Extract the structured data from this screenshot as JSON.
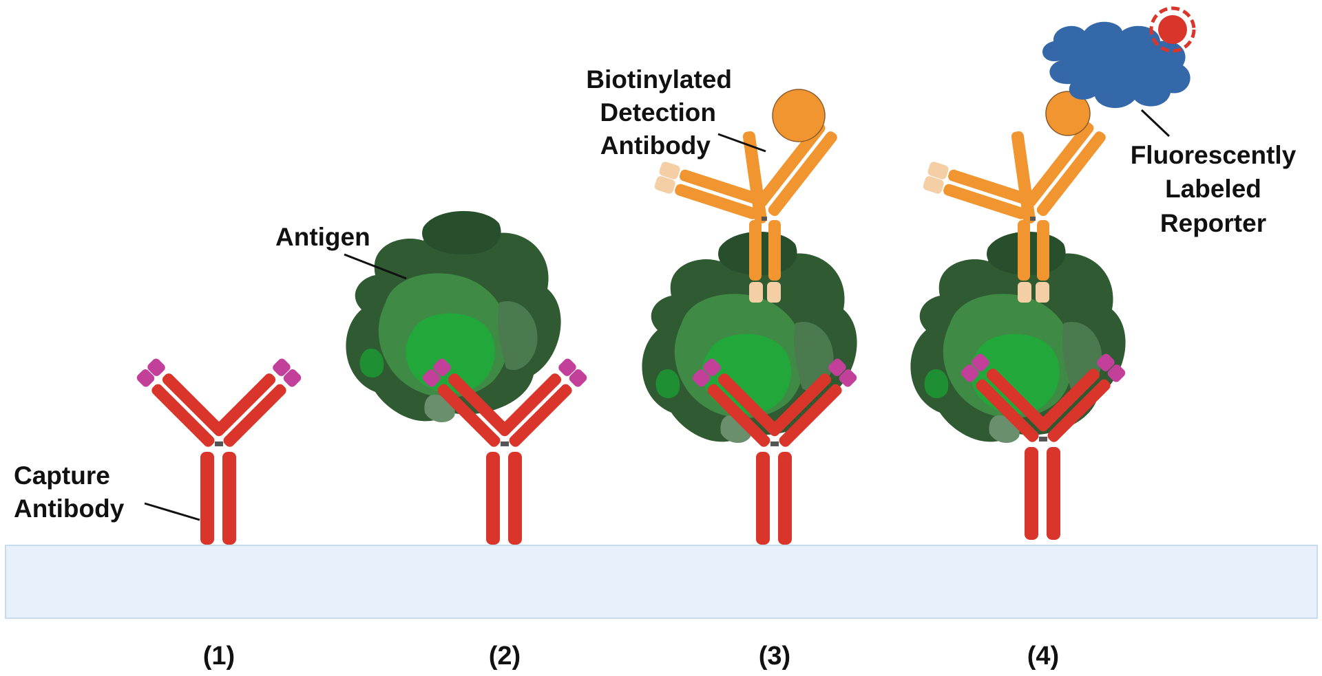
{
  "labels": {
    "capture_line1": "Capture",
    "capture_line2": "Antibody",
    "antigen": "Antigen",
    "detection_line1": "Biotinylated",
    "detection_line2": "Detection",
    "detection_line3": "Antibody",
    "reporter_line1": "Fluorescently",
    "reporter_line2": "Labeled",
    "reporter_line3": "Reporter"
  },
  "steps": [
    "(1)",
    "(2)",
    "(3)",
    "(4)"
  ],
  "colors": {
    "surface": "#e8f1fb",
    "capture_antibody": "#d9352b",
    "capture_tips": "#c2409a",
    "detection_antibody": "#f0952f",
    "detection_tips": "#f4cfa6",
    "biotin": "#f0952f",
    "reporter_cloud": "#3568a8",
    "fluorophore": "#d9352b",
    "antigen_dark": "#2f5a32",
    "antigen_mid": "#3f8a45",
    "antigen_light": "#22a83a"
  }
}
